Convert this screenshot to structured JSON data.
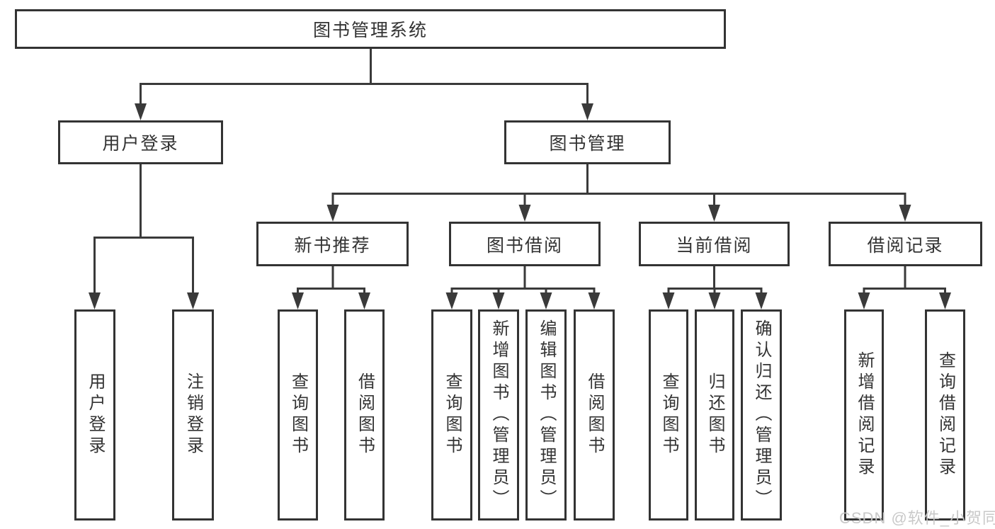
{
  "tree": {
    "label": "图书管理系统",
    "children": [
      {
        "label": "用户登录",
        "children": [
          {
            "label": "用户登录"
          },
          {
            "label": "注销登录"
          }
        ]
      },
      {
        "label": "图书管理",
        "children": [
          {
            "label": "新书推荐",
            "children": [
              {
                "label": "查询图书"
              },
              {
                "label": "借阅图书"
              }
            ]
          },
          {
            "label": "图书借阅",
            "children": [
              {
                "label": "查询图书"
              },
              {
                "label": "新增图书（管理员）"
              },
              {
                "label": "编辑图书（管理员）"
              },
              {
                "label": "借阅图书"
              }
            ]
          },
          {
            "label": "当前借阅",
            "children": [
              {
                "label": "查询图书"
              },
              {
                "label": "归还图书"
              },
              {
                "label": "确认归还（管理员）"
              }
            ]
          },
          {
            "label": "借阅记录",
            "children": [
              {
                "label": "新增借阅记录"
              },
              {
                "label": "查询借阅记录"
              }
            ]
          }
        ]
      }
    ]
  },
  "watermark": "CSDN @软件_小贺同学",
  "colors": {
    "line": "#3a3a3a",
    "box_border": "#333333",
    "text": "#333333",
    "watermark_text": "#c6c6c6",
    "background": "#ffffff"
  }
}
